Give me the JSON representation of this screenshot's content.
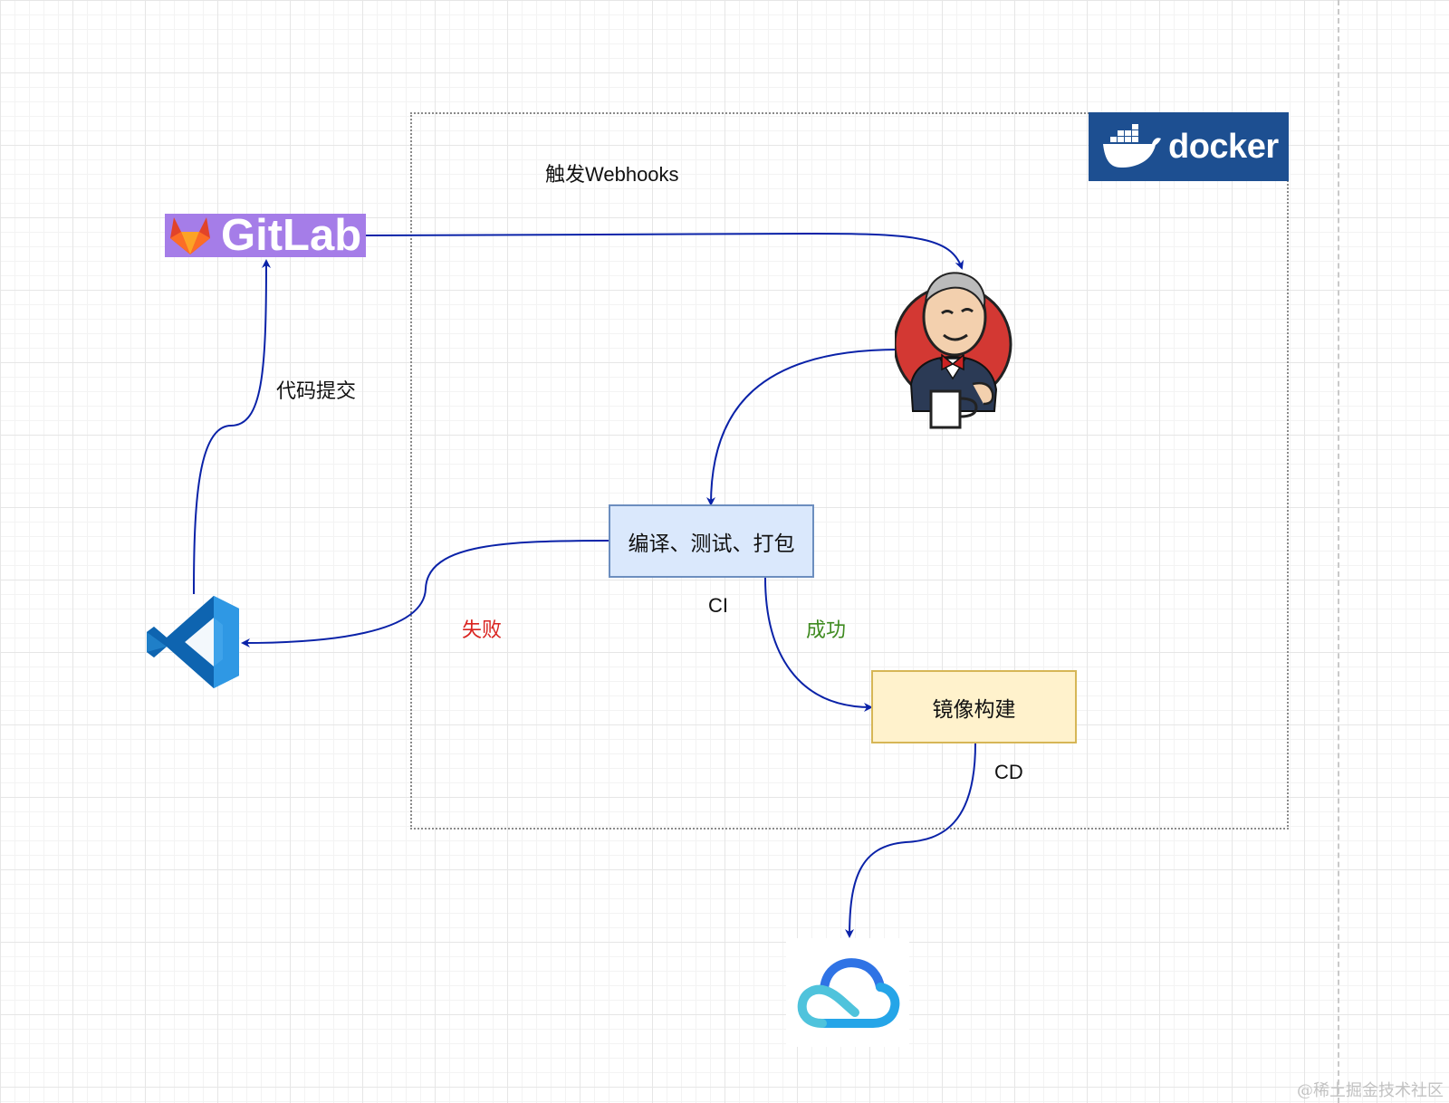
{
  "labels": {
    "trigger": "触发Webhooks",
    "commit": "代码提交",
    "fail": "失败",
    "success": "成功",
    "ci": "CI",
    "cd": "CD"
  },
  "nodes": {
    "ci_box": "编译、测试、打包",
    "cd_box": "镜像构建",
    "gitlab_logo": "GitLab",
    "docker_logo": "docker"
  },
  "watermark": "@稀土掘金技术社区",
  "colors": {
    "arrow": "#0a22a8",
    "ci_fill": "#dae8fc",
    "ci_stroke": "#6c8ebf",
    "cd_fill": "#fff2cc",
    "cd_stroke": "#d6b656",
    "gitlab_bg": "#a57de8",
    "docker_bg": "#1d4f91",
    "fail_text": "#d9231f",
    "success_text": "#3e8a1f"
  },
  "icons": [
    "gitlab-logo",
    "docker-logo",
    "jenkins-logo",
    "vscode-logo",
    "tencent-cloud-logo"
  ]
}
